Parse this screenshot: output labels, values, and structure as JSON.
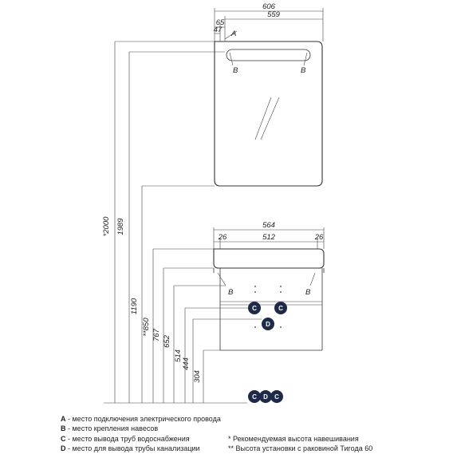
{
  "mirror": {
    "dims": {
      "width_outer": "606",
      "width_inner": "559",
      "d65": "65",
      "d47": "47"
    },
    "labels": {
      "a": "A",
      "b_left": "B",
      "b_right": "B"
    }
  },
  "cabinet": {
    "dims": {
      "width_outer": "564",
      "width_inner": "512",
      "side_left": "26",
      "side_right": "26"
    },
    "labels": {
      "b_left": "B",
      "b_right": "B"
    },
    "markers": {
      "c1": "C",
      "c2": "C",
      "d": "D"
    }
  },
  "vertical_dims": [
    "*2000",
    "1989",
    "1190",
    "**850",
    "767",
    "652",
    "514",
    "444",
    "304"
  ],
  "floor_markers": [
    "C",
    "D",
    "C"
  ],
  "legend": {
    "left": [
      {
        "key": "A",
        "text": " - место подключения электрического провода"
      },
      {
        "key": "B",
        "text": " - место крепления навесов"
      },
      {
        "key": "C",
        "text": " - место вывода труб водоснабжения"
      },
      {
        "key": "D",
        "text": " - место для вывода трубы канализации"
      }
    ],
    "right": [
      "* Рекомендуемая высота навешивания",
      "** Высота установки с раковиной Тигода 60"
    ]
  }
}
